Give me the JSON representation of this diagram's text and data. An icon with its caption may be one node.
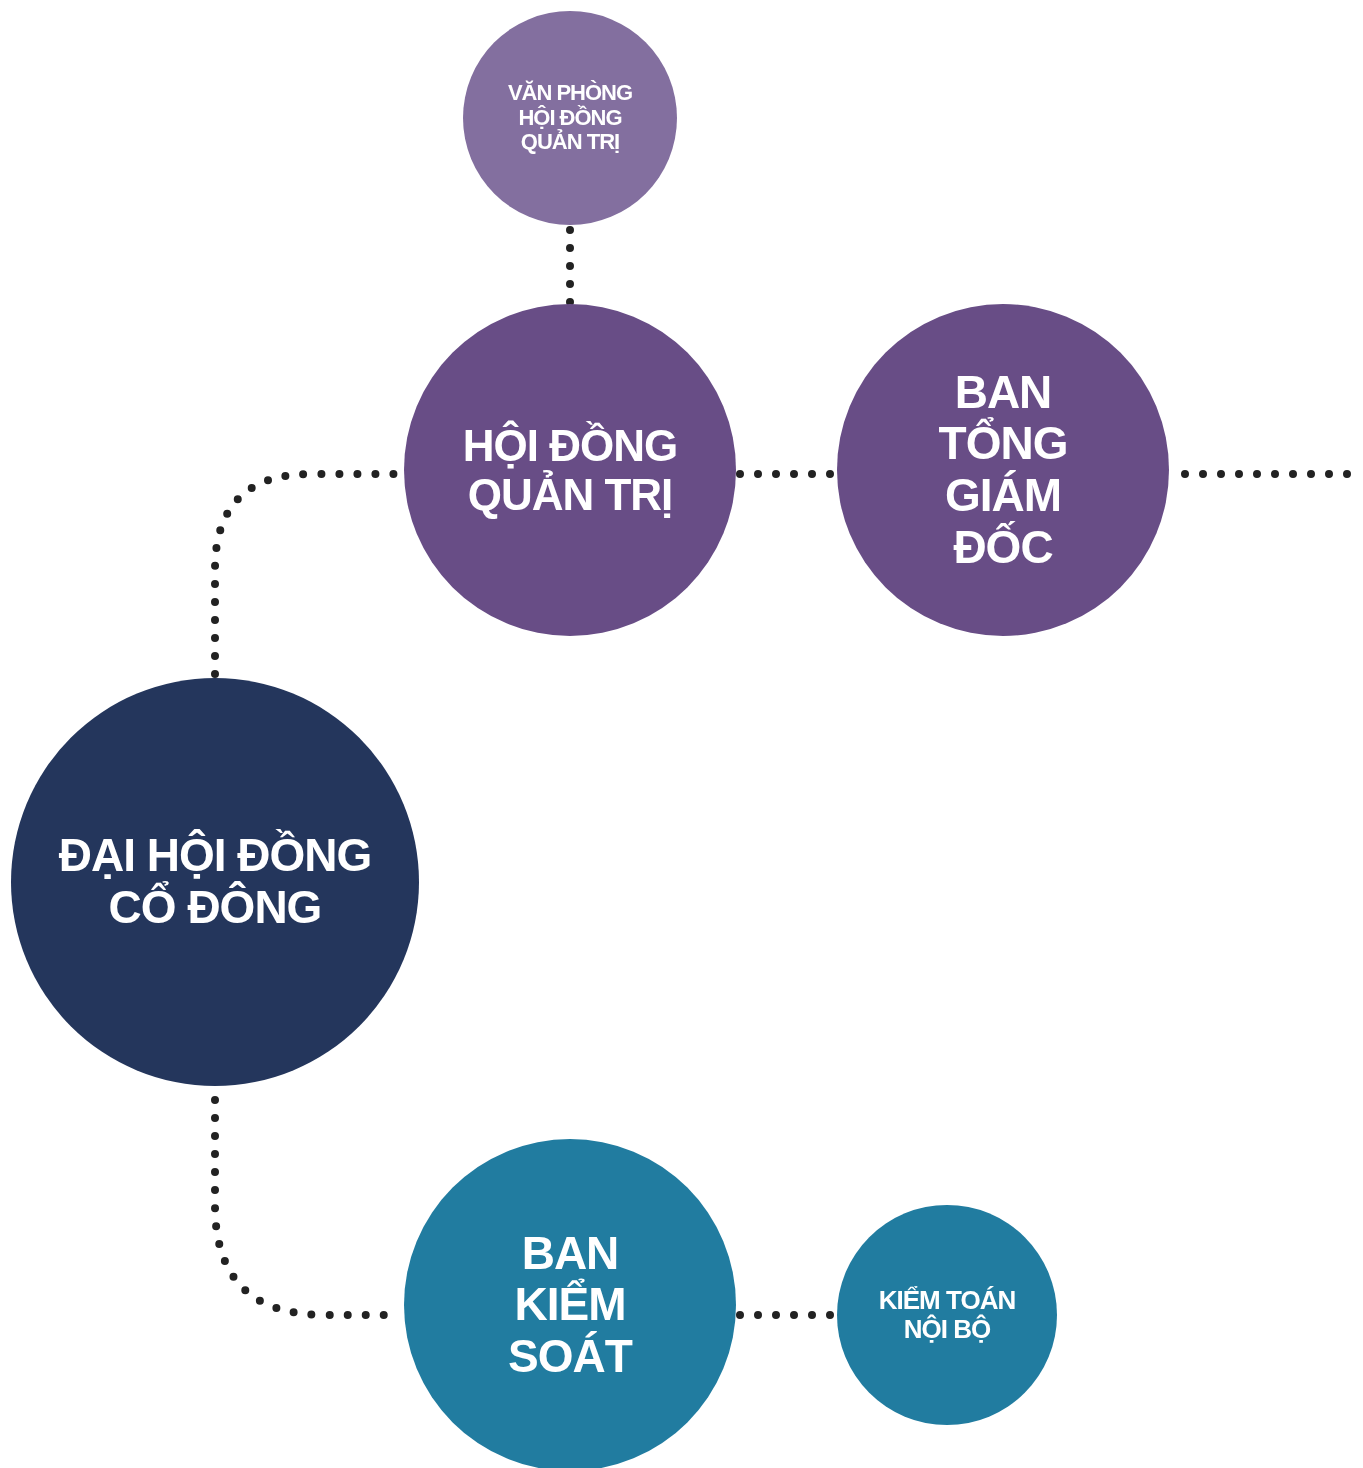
{
  "diagram": {
    "nodes": [
      {
        "text": [
          "ĐẠI HỘI ĐỒNG CỔ ĐÔNG"
        ]
      },
      {
        "text": [
          "HỘI ĐỒNG QUẢN TRỊ"
        ]
      },
      {
        "text": [
          "VĂN PHÒNG HỘI ĐỒNG QUẢN TRỊ"
        ]
      },
      {
        "text": [
          "BAN TỔNG GIÁM ĐỐC"
        ]
      },
      {
        "text": [
          "BAN KIỂM SOÁT"
        ]
      },
      {
        "text": [
          "KIỂM TOÁN NỘI BỘ"
        ]
      }
    ],
    "edges": [
      {
        "from": 0,
        "to": 1,
        "arrow": "none"
      },
      {
        "from": 1,
        "to": 2,
        "arrow": "none"
      },
      {
        "from": 1,
        "to": 3,
        "arrow": "none"
      },
      {
        "from": 3,
        "to": null,
        "arrow": "none"
      },
      {
        "from": 0,
        "to": 4,
        "arrow": "none"
      },
      {
        "from": 4,
        "to": 5,
        "arrow": "none"
      }
    ]
  }
}
